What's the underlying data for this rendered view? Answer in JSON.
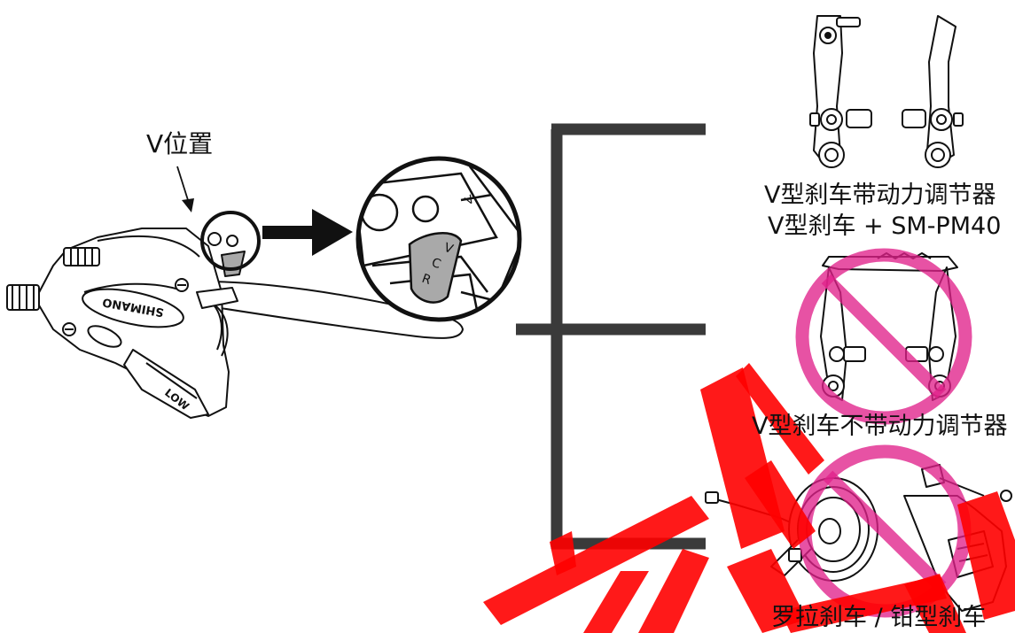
{
  "labels": {
    "v_position": "V位置",
    "option_1_line1": "V型刹车带动力调节器",
    "option_1_line2": "V型刹车 + SM-PM40",
    "option_2": "V型刹车不带动力调节器",
    "option_3": "罗拉刹车 / 钳型刹车"
  },
  "lever_marks": {
    "brand": "SHIMANO",
    "low": "LOW",
    "mode_v": "V",
    "mode_c": "C",
    "mode_r": "R"
  },
  "colors": {
    "line": "#111111",
    "bracket": "#3a3a3a",
    "mode_plate": "#a9a9a9",
    "prohibit": "#e0218a",
    "watermark": "#ff0000"
  }
}
